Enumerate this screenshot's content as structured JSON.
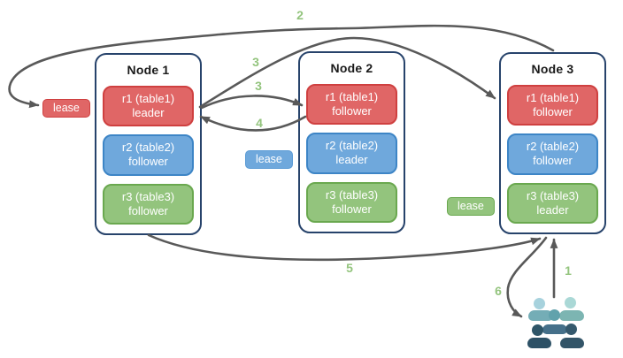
{
  "nodes": [
    {
      "title": "Node 1",
      "replicas": [
        {
          "name": "r1 (table1)",
          "role": "leader",
          "color": "red"
        },
        {
          "name": "r2 (table2)",
          "role": "follower",
          "color": "blue"
        },
        {
          "name": "r3 (table3)",
          "role": "follower",
          "color": "green"
        }
      ]
    },
    {
      "title": "Node 2",
      "replicas": [
        {
          "name": "r1 (table1)",
          "role": "follower",
          "color": "red"
        },
        {
          "name": "r2 (table2)",
          "role": "leader",
          "color": "blue"
        },
        {
          "name": "r3 (table3)",
          "role": "follower",
          "color": "green"
        }
      ]
    },
    {
      "title": "Node 3",
      "replicas": [
        {
          "name": "r1 (table1)",
          "role": "follower",
          "color": "red"
        },
        {
          "name": "r2 (table2)",
          "role": "follower",
          "color": "blue"
        },
        {
          "name": "r3 (table3)",
          "role": "leader",
          "color": "green"
        }
      ]
    }
  ],
  "leases": [
    {
      "label": "lease",
      "color": "red"
    },
    {
      "label": "lease",
      "color": "blue"
    },
    {
      "label": "lease",
      "color": "green"
    }
  ],
  "steps": {
    "s1": "1",
    "s2": "2",
    "s3a": "3",
    "s3b": "3",
    "s4": "4",
    "s5": "5",
    "s6": "6"
  },
  "icons": {
    "users_group": "users-group-icon"
  },
  "colors": {
    "red_fill": "#e06666",
    "red_border": "#cf4040",
    "blue_fill": "#6fa8dc",
    "blue_border": "#3d85c6",
    "green_fill": "#93c47d",
    "green_border": "#6aa84f",
    "node_border": "#27436b",
    "arrow": "#595959",
    "step_label": "#93c47d",
    "background": "#ffffff"
  }
}
